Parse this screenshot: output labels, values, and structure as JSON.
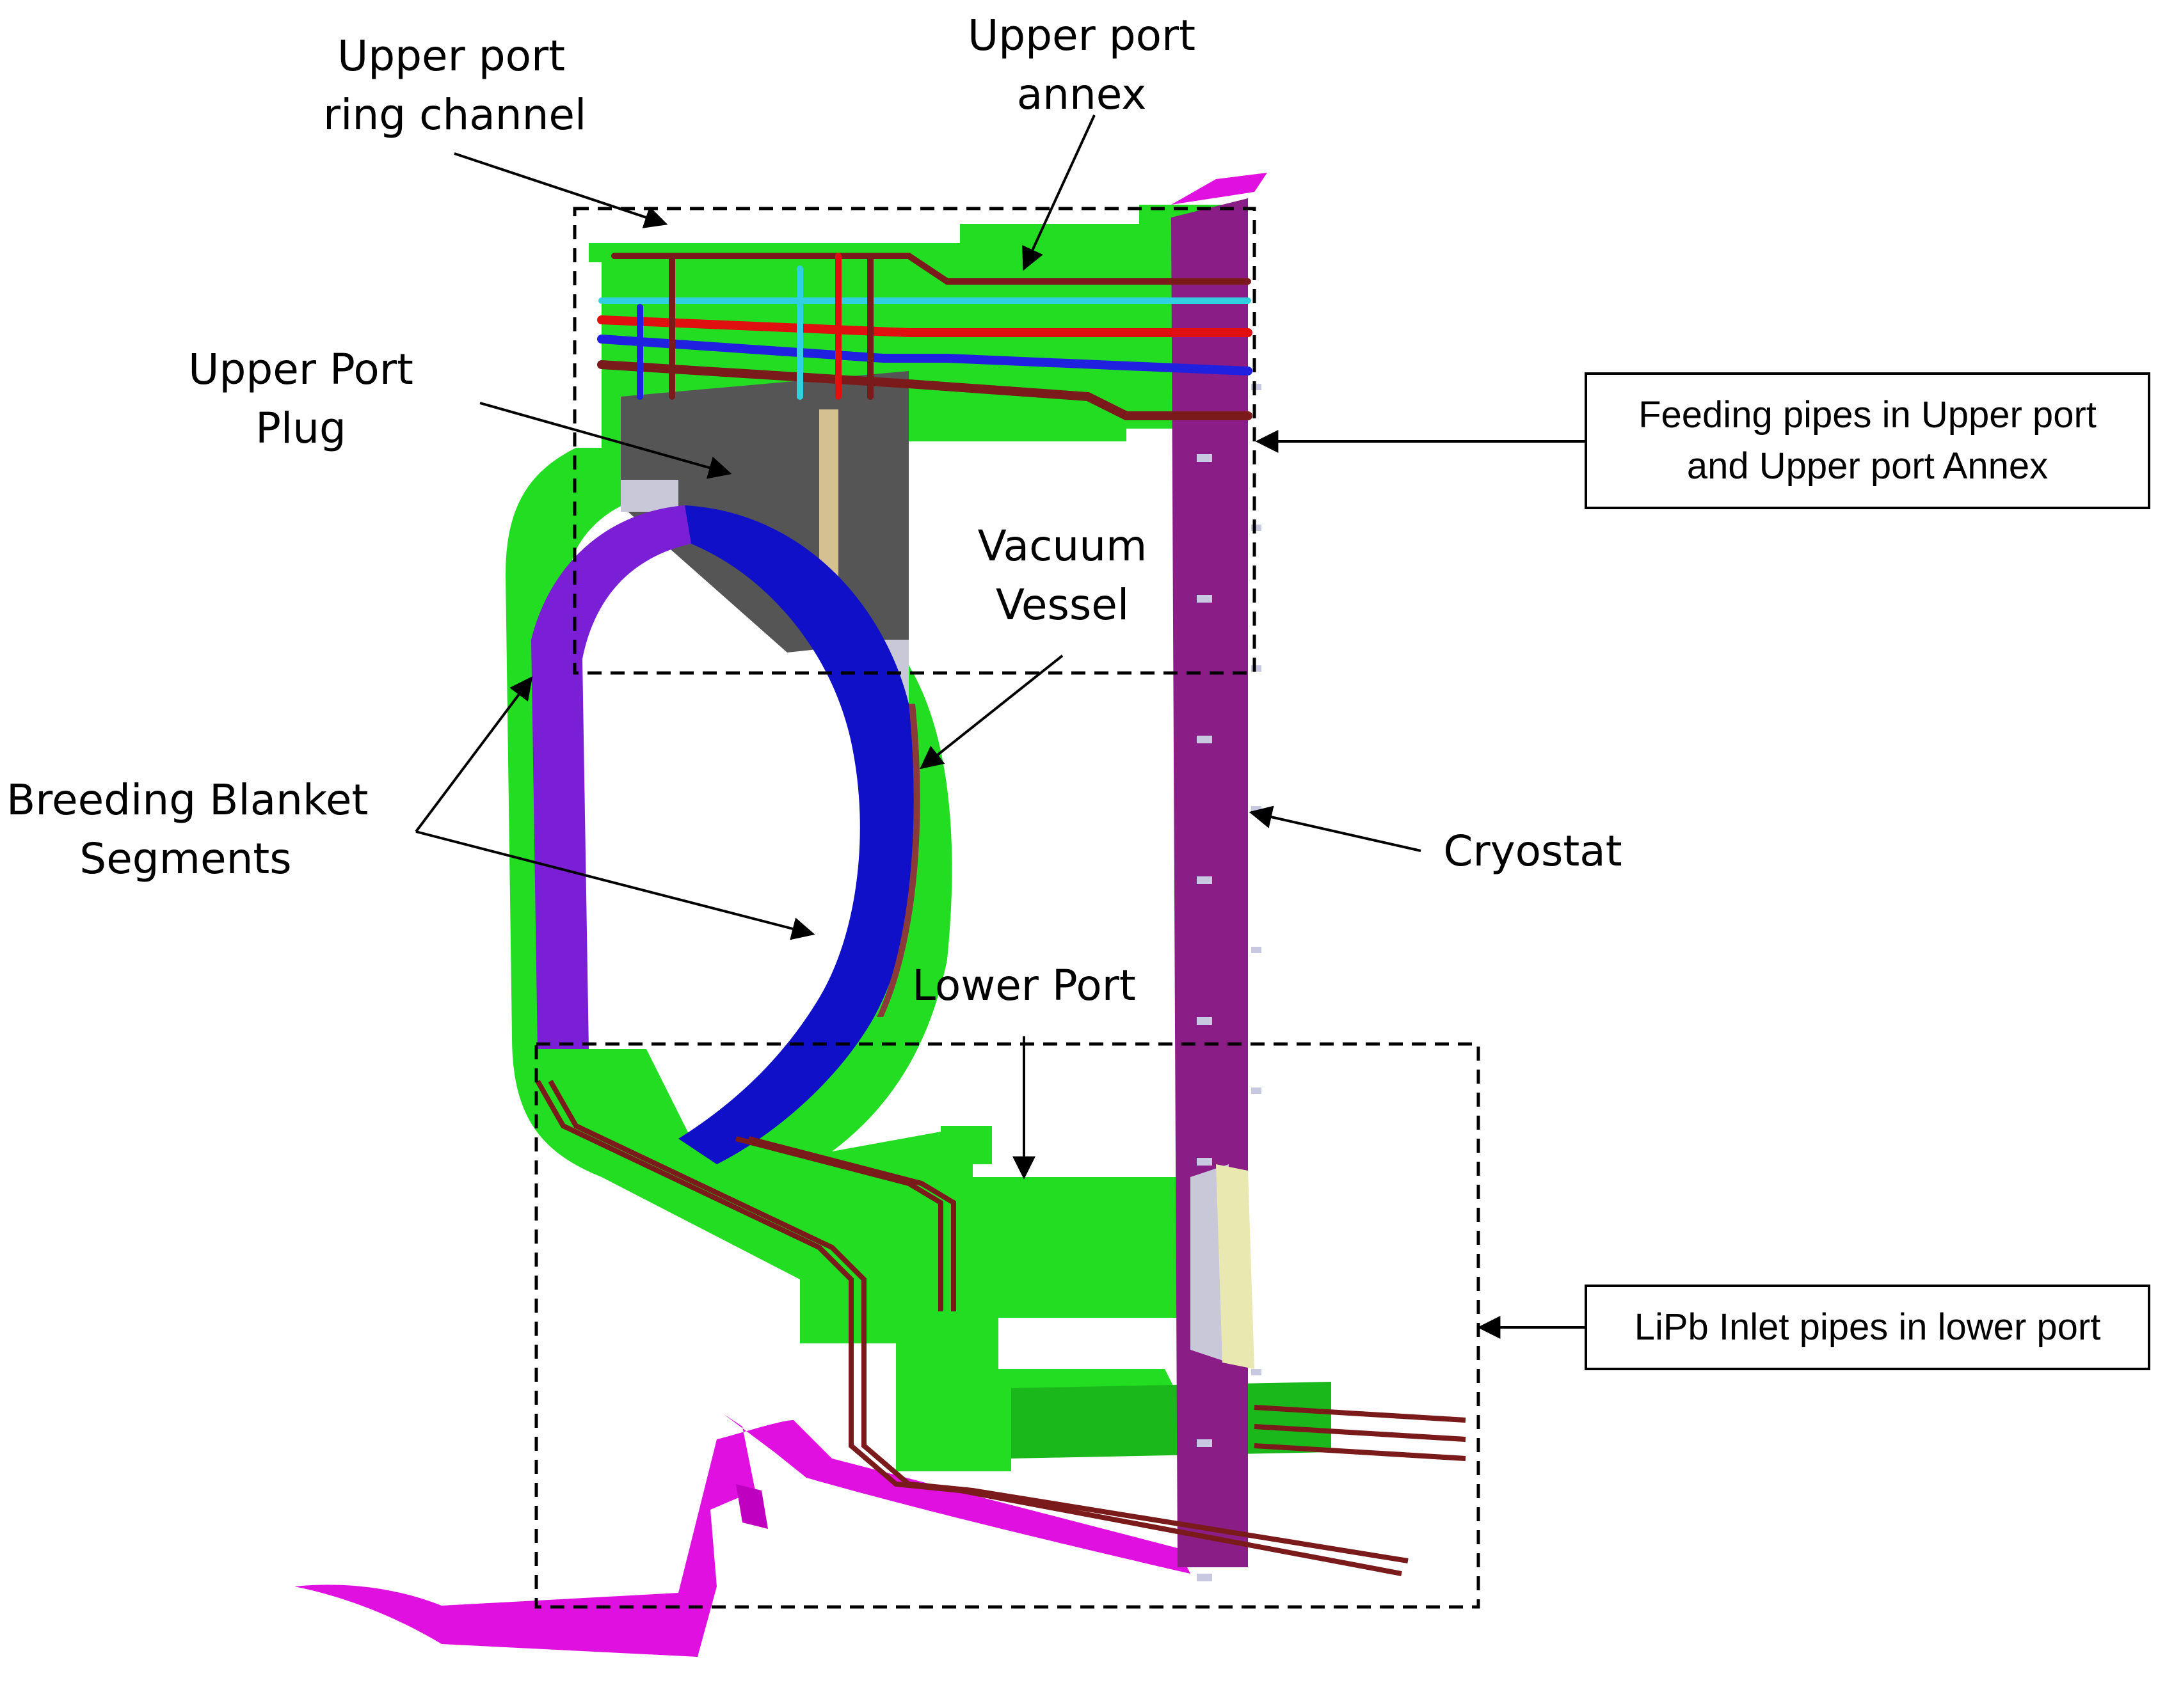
{
  "labels": {
    "upper_port_ring_channel": [
      "Upper port",
      "ring channel"
    ],
    "upper_port_annex": [
      "Upper port",
      "annex"
    ],
    "upper_port_plug": [
      "Upper Port",
      "Plug"
    ],
    "vacuum_vessel": [
      "Vacuum",
      "Vessel"
    ],
    "breeding_blanket_segments": [
      "Breeding Blanket",
      "Segments"
    ],
    "cryostat": "Cryostat",
    "lower_port": "Lower Port",
    "feeding_pipes_box": [
      "Feeding pipes in Upper port",
      "and Upper port Annex"
    ],
    "lipb_inlet_box": "LiPb Inlet pipes in lower port"
  },
  "colors": {
    "vacuum_vessel": "#22dd22",
    "blanket_inboard": "#7a1fd6",
    "blanket_outboard": "#1010c8",
    "cryostat": "#8a1d86",
    "lower_support": "#e010e0",
    "plug": "#555555",
    "pipe_dark_red": "#7a1a1a",
    "pipe_red": "#e01010",
    "pipe_cyan": "#30d0e0",
    "pipe_blue": "#2020e0"
  }
}
